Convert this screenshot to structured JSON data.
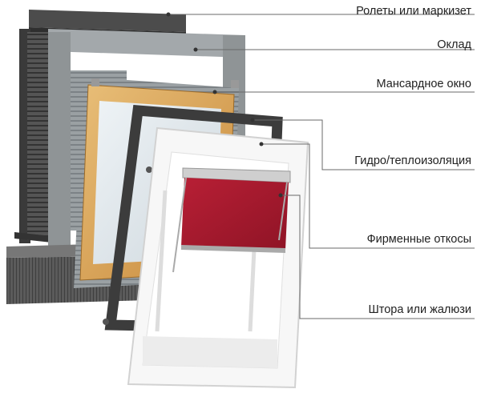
{
  "labels": [
    "Ролеты или маркизет",
    "Оклад",
    "Мансардное окно",
    "Гидро/теплоизоляция",
    "Фирменные откосы",
    "Штора или жалюзи"
  ],
  "colors": {
    "leader_line": "#6a6a6a",
    "shutter": "#4a4a4a",
    "flashing": "#8f9496",
    "wood_frame": "#d9a55a",
    "insulation_frame": "#3c3c3c",
    "lining": "#f4f4f4",
    "blind": "#a8192e"
  },
  "icons": [
    "roller-shutter-part",
    "flashing-part",
    "roof-window-part",
    "insulation-part",
    "lining-part",
    "blind-part"
  ]
}
